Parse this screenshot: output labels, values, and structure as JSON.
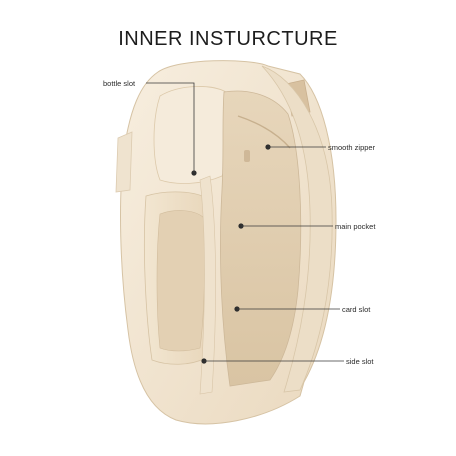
{
  "title": "INNER INSTURCTURE",
  "callouts": {
    "bottle_slot": "bottle slot",
    "smooth_zipper": "smooth zipper",
    "main_pocket": "main pocket",
    "card_slot": "card slot",
    "side_slot": "side slot"
  },
  "colors": {
    "background": "#ffffff",
    "bag_base": "#f3e7d4",
    "bag_shadow": "#e2d2b8",
    "bag_dark": "#cdb899",
    "line": "#3a3a3a"
  }
}
